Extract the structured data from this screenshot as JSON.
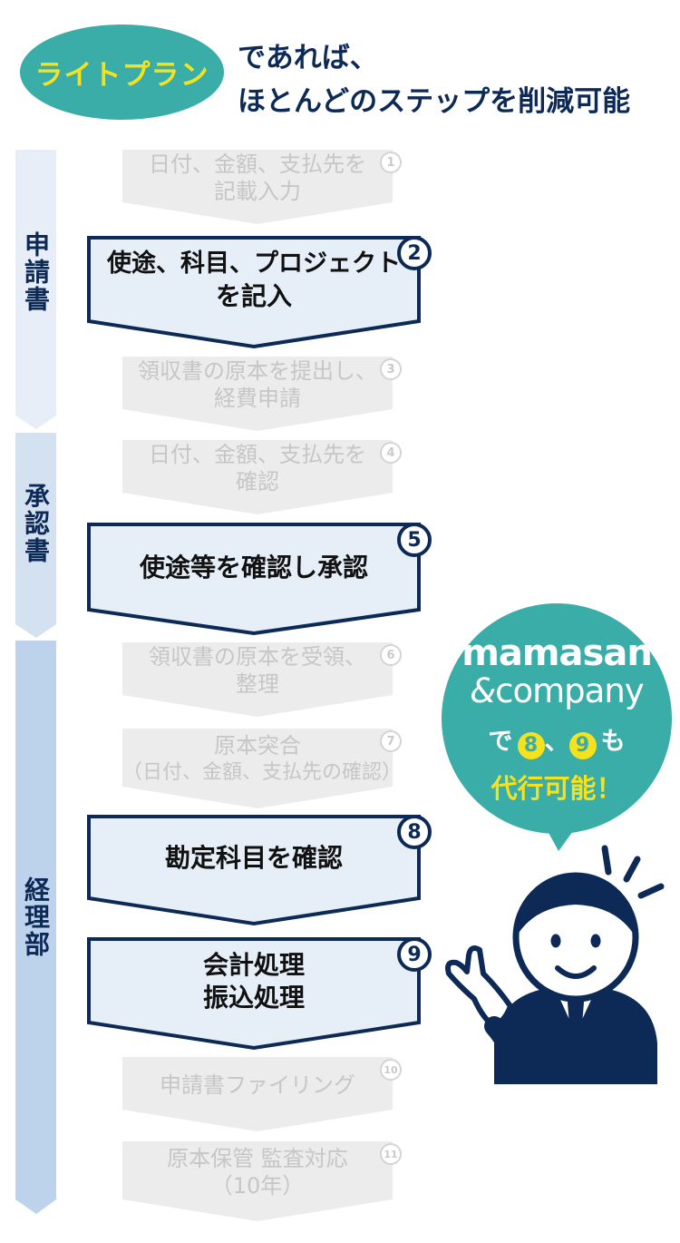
{
  "header": {
    "badge": "ライトプラン",
    "line1": "であれば、",
    "line2": "ほとんどのステップを削減可能"
  },
  "sections": [
    {
      "label": "申請書"
    },
    {
      "label": "承認書"
    },
    {
      "label": "経理部"
    }
  ],
  "steps": [
    {
      "number": "1",
      "lines": [
        "日付、金額、支払先を",
        "記載入力"
      ],
      "active": false
    },
    {
      "number": "2",
      "lines": [
        "使途、科目、プロジェクト",
        "を記入"
      ],
      "active": true
    },
    {
      "number": "3",
      "lines": [
        "領収書の原本を提出し、",
        "経費申請"
      ],
      "active": false
    },
    {
      "number": "4",
      "lines": [
        "日付、金額、支払先を",
        "確認"
      ],
      "active": false
    },
    {
      "number": "5",
      "lines": [
        "使途等を確認し承認"
      ],
      "active": true
    },
    {
      "number": "6",
      "lines": [
        "領収書の原本を受領、",
        "整理"
      ],
      "active": false
    },
    {
      "number": "7",
      "lines": [
        "原本突合",
        "（日付、金額、支払先の確認）"
      ],
      "active": false
    },
    {
      "number": "8",
      "lines": [
        "勘定科目を確認"
      ],
      "active": true
    },
    {
      "number": "9",
      "lines": [
        "会計処理",
        "振込処理"
      ],
      "active": true
    },
    {
      "number": "10",
      "lines": [
        "申請書ファイリング"
      ],
      "active": false
    },
    {
      "number": "11",
      "lines": [
        "原本保管 監査対応",
        "（10年）"
      ],
      "active": false
    }
  ],
  "bubble": {
    "brand_top": "mamasan",
    "brand_amp": "&",
    "brand_bottom": "company",
    "line1_prefix": "で",
    "line1_num_a": "8",
    "line1_sep": "、",
    "line1_num_b": "9",
    "line1_suffix": "も",
    "line2": "代行可能！"
  },
  "colors": {
    "navy": "#0d2a57",
    "teal": "#3aada8",
    "yellow": "#f6e21c",
    "active_fill": "#e6eef8",
    "grey_fill": "#ececec",
    "band_light": "#e7eef7",
    "band_mid": "#d3e1f1",
    "band_dark": "#bdd3eb"
  },
  "icons": {
    "mascot": "businessman-waving-icon",
    "bubble": "speech-bubble"
  }
}
